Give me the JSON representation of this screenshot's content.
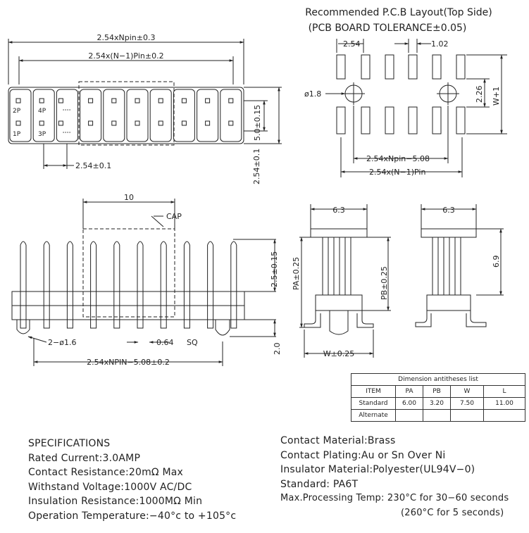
{
  "pcb": {
    "title_line1": "Recommended P.C.B Layout(Top Side)",
    "title_line2": "(PCB BOARD TOLERANCE±0.05)",
    "dim_pitch": "2.54",
    "dim_pad": "1.02",
    "dim_hole": "ø1.8",
    "dim_row": "2.26",
    "dim_w": "W+1",
    "dim_npin": "2.54xNpin−5.08",
    "dim_n1": "2.54x(N−1)Pin"
  },
  "top_view": {
    "dim_npin": "2.54xNpin±0.3",
    "dim_n1": "2.54x(N−1)Pin±0.2",
    "label_2p": "2P",
    "label_4p": "4P",
    "label_1p": "1P",
    "label_3p": "3P",
    "dim_pitch": "2.54±0.1",
    "dim_height": "5.0±0.15",
    "dim_pitch_v": "2.54±0.1"
  },
  "side_view": {
    "dim_cap_width": "10",
    "label_cap": "CAP",
    "dim_upper": "2.5±0.15",
    "dim_lower": "2.0",
    "dim_post": "2−ø1.6",
    "dim_pin": "0.64",
    "label_sq": "SQ",
    "dim_bottom": "2.54xNPIN−5.08±0.2"
  },
  "end_view": {
    "dim_width_a": "6.3",
    "dim_pa": "PA±0.25",
    "dim_pb": "PB±0.25",
    "dim_w": "W±0.25",
    "dim_width_b": "6.3",
    "dim_height": "6.9"
  },
  "table": {
    "caption": "Dimension antitheses list",
    "headers": [
      "ITEM",
      "PA",
      "PB",
      "W",
      "L"
    ],
    "row_standard": [
      "Standard",
      "6.00",
      "3.20",
      "7.50",
      "11.00"
    ],
    "row_alternate": [
      "Alternate",
      "",
      "",
      "",
      ""
    ]
  },
  "specs_left": [
    "SPECIFICATIONS",
    "Rated Current:3.0AMP",
    "Contact Resistance:20mΩ Max",
    "Withstand Voltage:1000V AC/DC",
    "Insulation Resistance:1000MΩ Min",
    "Operation Temperature:−40°c to +105°c"
  ],
  "specs_right": [
    "Contact Material:Brass",
    "Contact Plating:Au or Sn Over Ni",
    "Insulator Material:Polyester(UL94V−0)",
    "Standard:  PA6T",
    "Max.Processing Temp: 230°C for 30−60 seconds",
    "(260°C for 5 seconds)"
  ]
}
